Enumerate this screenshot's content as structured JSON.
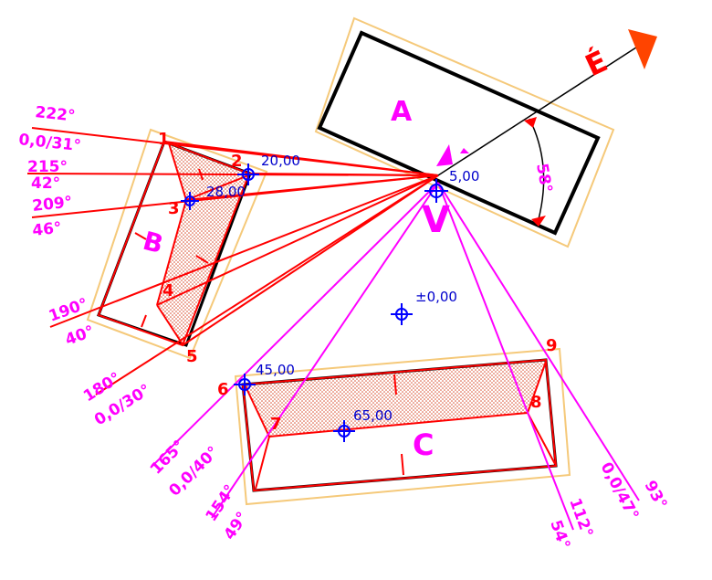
{
  "buildings": {
    "a": "A",
    "b": "B",
    "c": "C"
  },
  "viewpoint": "V",
  "north": "É",
  "points": {
    "p1": "1",
    "p2": "2",
    "p3": "3",
    "p4": "4",
    "p5": "5",
    "p6": "6",
    "p7": "7",
    "p8": "8",
    "p9": "9"
  },
  "elevations": {
    "e2": "20,00",
    "e3": "28,00",
    "v": "5,00",
    "zero": "±0,00",
    "e6": "45,00",
    "e7": "65,00"
  },
  "angles": {
    "north_angle": "58°",
    "l222": "222°",
    "l222_sub": "0,0/31°",
    "l215": "215°",
    "l215_sub": "42°",
    "l209": "209°",
    "l209_sub": "46°",
    "l190": "190°",
    "l190_sub": "40°",
    "l180": "180°",
    "l180_sub": "0,0/30°",
    "l165": "165°",
    "l165_sub": "0,0/40°",
    "l154": "154°",
    "l154_sub": "49°",
    "l112": "112°",
    "l112_sub": "54°",
    "l93": "93°",
    "l93_sub": "0,0/47°"
  },
  "colors": {
    "sight_red": "#ff0000",
    "sight_magenta": "#ff00ff",
    "outline": "#000000",
    "buffer": "#f5c97a",
    "hatch": "#d94a2a",
    "marker": "#0000ff"
  }
}
